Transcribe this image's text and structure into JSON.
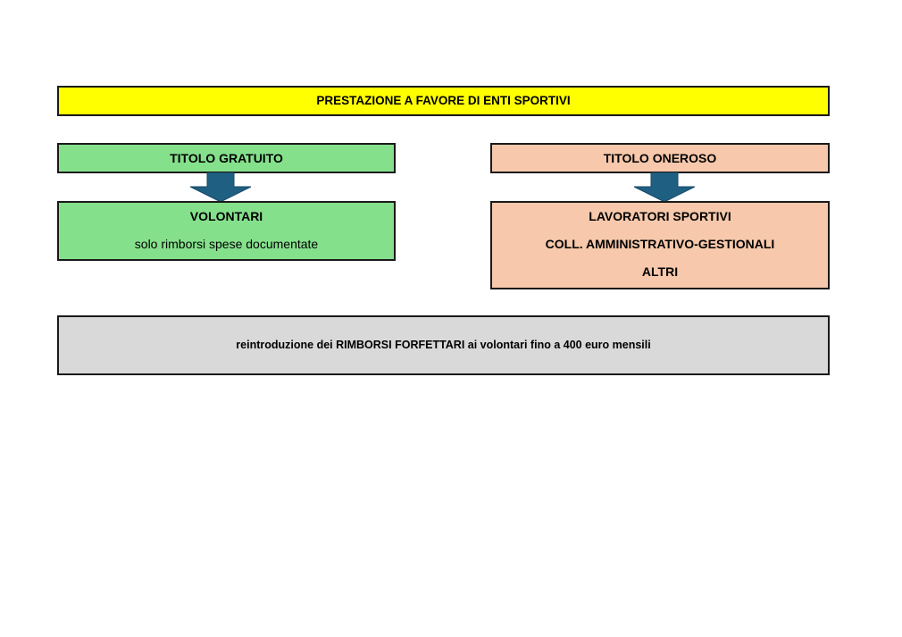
{
  "title": "PRESTAZIONE A FAVORE DI ENTI SPORTIVI",
  "left": {
    "header": "TITOLO GRATUITO",
    "lines": [
      "VOLONTARI",
      "solo rimborsi spese documentate"
    ]
  },
  "right": {
    "header": "TITOLO ONEROSO",
    "lines": [
      "LAVORATORI SPORTIVI",
      "COLL. AMMINISTRATIVO-GESTIONALI",
      "ALTRI"
    ]
  },
  "note": "reintroduzione dei RIMBORSI FORFETTARI ai volontari fino a 400 euro mensili",
  "colors": {
    "title_fill": "#ffff00",
    "gratuito_fill": "#85e08c",
    "oneroso_fill": "#f7c8ab",
    "note_fill": "#d9d9d9",
    "arrow_fill": "#1f5f82"
  }
}
